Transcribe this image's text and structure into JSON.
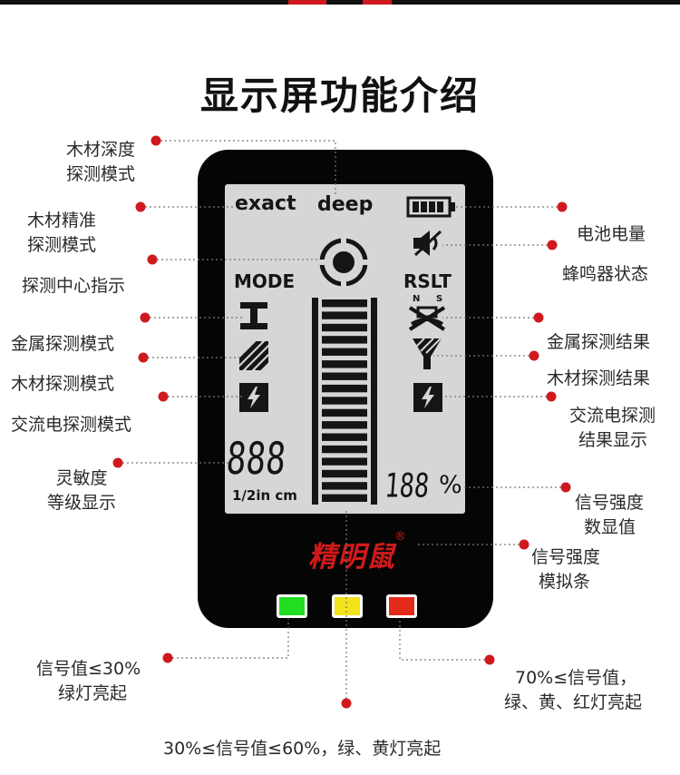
{
  "title": "显示屏功能介绍",
  "screen": {
    "exact": "exact",
    "deep": "deep",
    "mode": "MODE",
    "rslt": "RSLT",
    "seg_digits": "888",
    "unit_text": "1/2in  cm",
    "percent_digits": "188",
    "percent_sign": "%",
    "ns_n": "N",
    "ns_s": "S",
    "signal_bar_segments": 17
  },
  "brand": {
    "name": "精明鼠",
    "reg": "®"
  },
  "labels": {
    "wood_deep": [
      "木材深度",
      "探测模式"
    ],
    "wood_exact": [
      "木材精准",
      "探测模式"
    ],
    "center": [
      "探测中心指示"
    ],
    "metal_mode": [
      "金属探测模式"
    ],
    "wood_mode": [
      "木材探测模式"
    ],
    "ac_mode": [
      "交流电探测模式"
    ],
    "sensitivity": [
      "灵敏度",
      "等级显示"
    ],
    "battery": [
      "电池电量"
    ],
    "buzzer": [
      "蜂鸣器状态"
    ],
    "metal_result": [
      "金属探测结果"
    ],
    "wood_result": [
      "木材探测结果"
    ],
    "ac_result": [
      "交流电探测",
      "结果显示"
    ],
    "signal_value": [
      "信号强度",
      "数显值"
    ],
    "signal_bar": [
      "信号强度",
      "模拟条"
    ],
    "green": [
      "信号值≤30%",
      "绿灯亮起"
    ],
    "red": [
      "70%≤信号值，",
      "绿、黄、红灯亮起"
    ],
    "yellow": [
      "30%≤信号值≤60%，绿、黄灯亮起"
    ]
  },
  "colors": {
    "accent_red": "#d0191e",
    "led_green": "#22dd22",
    "led_yellow": "#f2e21a",
    "led_red": "#e42a1a",
    "device_body": "#050505",
    "lcd_bg": "#d6d6d6"
  }
}
